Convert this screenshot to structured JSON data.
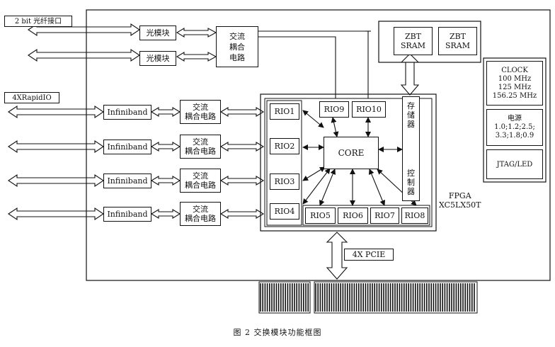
{
  "labels": {
    "port_2bit": "2 bit 光纤接口",
    "port_rapidio": "4XRapidIO",
    "optical_module_1": "光模块",
    "optical_module_2": "光模块",
    "ac_coupling_top": "交流\n耦合\n电路",
    "infiniband": [
      "Infiniband",
      "Infiniband",
      "Infiniband",
      "Infiniband"
    ],
    "ac_coupling": [
      "交流\n耦合电路",
      "交流\n耦合电路",
      "交流\n耦合电路",
      "交流\n耦合电路"
    ],
    "zbt_1": "ZBT\nSRAM",
    "zbt_2": "ZBT\nSRAM",
    "clock": "CLOCK\n100 MHz\n125 MHz\n156.25 MHz",
    "power": "电源\n1.0;1.2;2.5;\n3.3;1.8;0.9",
    "jtag": "JTAG/LED",
    "rio_left": [
      "RIO1",
      "RIO2",
      "RIO3",
      "RIO4"
    ],
    "rio_top": [
      "RIO9",
      "RIO10"
    ],
    "rio_bottom": [
      "RIO5",
      "RIO6",
      "RIO7",
      "RIO8"
    ],
    "core": "CORE",
    "mem_ctrl_top": "存\n储\n器",
    "mem_ctrl_bottom": "控\n制\n器",
    "fpga": "FPGA\nXC5LX50T",
    "pcie": "4X PCIE"
  },
  "caption": "图 2 交换模块功能框图"
}
